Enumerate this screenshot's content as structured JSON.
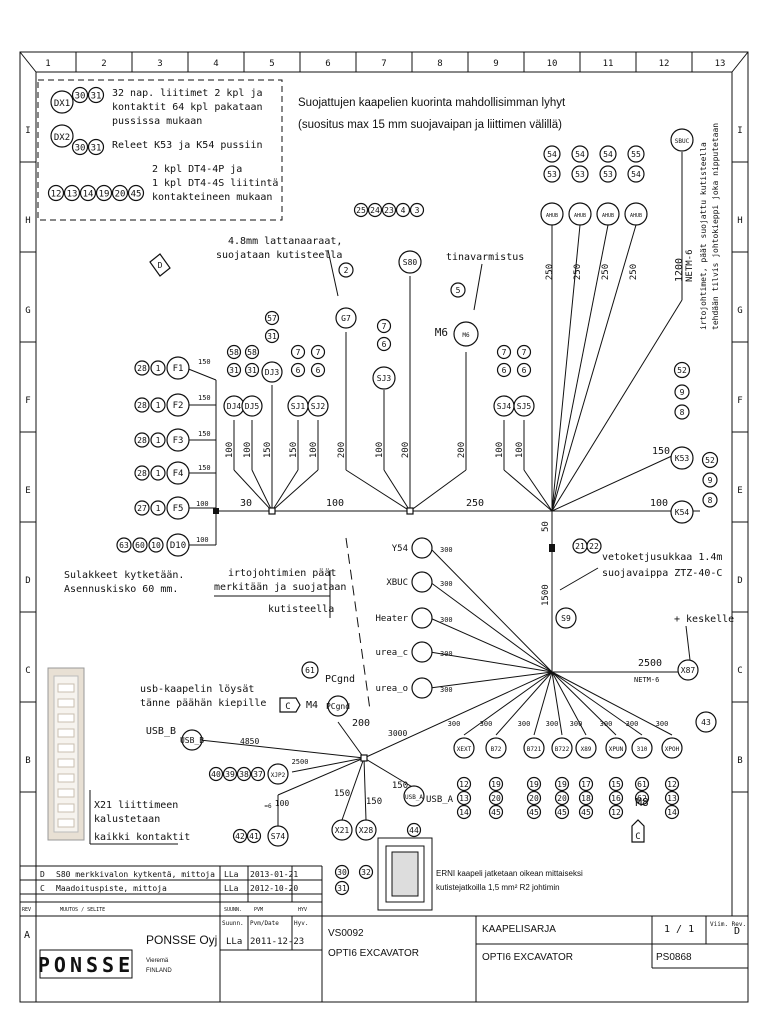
{
  "frame": {
    "cols": [
      "1",
      "2",
      "3",
      "4",
      "5",
      "6",
      "7",
      "8",
      "9",
      "10",
      "11",
      "12",
      "13"
    ],
    "rows": [
      "I",
      "H",
      "G",
      "F",
      "E",
      "D",
      "C",
      "B"
    ],
    "row_A": "A"
  },
  "notes": {
    "box1_l1": "32 nap. liitimet 2 kpl ja",
    "box1_l2": "kontaktit 64 kpl  pakataan",
    "box1_l3": "pussissa mukaan",
    "box1_l4": "Releet K53 ja K54 pussiin",
    "box1_l5": "2 kpl DT4-4P ja",
    "box1_l6": "1 kpl DT4-4S liitintä",
    "box1_l7": "kontakteineen mukaan",
    "title_l1": "Suojattujen kaapelien kuorinta mahdollisimman lyhyt",
    "title_l2": "(suositus max 15 mm suojavaipan ja liittimen välillä)",
    "flat_l1": "4.8mm lattanaaraat,",
    "flat_l2": "suojataan kutisteella",
    "tin": "tinavarmistus",
    "fuse_l1": "Sulakkeet kytketään.",
    "fuse_l2": "Asennuskisko 60 mm.",
    "loose_l1": "irtojohtimien päät",
    "loose_l2": "merkitään ja suojataan",
    "loose_l3": "kutisteella",
    "vert_l1": "irtojohtimet, päät suojattu kutisteella",
    "vert_l2": "tehdään tilvis johtokieppi joka nipputetaan",
    "pull_l1": "vetoketjusukkaa 1.4m",
    "pull_l2": "suojavaippa ZTZ-40-C",
    "plus_center": "+ keskelle",
    "usb_l1": "usb-kaapelin löysät",
    "usb_l2": "tänne päähän kiepille",
    "x21_l1": "X21 liittimeen",
    "x21_l2": "kalustetaan",
    "x21_l3": "kaikki kontaktit",
    "erni_l1": "ERNI kaapeli jatketaan oikean mittaiseksi",
    "erni_l2": "kutistejatkoilla 1,5 mm² R2 johtimin",
    "netm6": "NETM-6"
  },
  "dims": {
    "d30": "30",
    "d100a": "100",
    "d250": "250",
    "d100b": "100",
    "d150": "150",
    "d50": "50",
    "d1500": "1500",
    "d2500": "2500",
    "d4850": "4850",
    "d3000": "3000",
    "d200": "200",
    "d1200": "1200"
  },
  "nodes": {
    "DX1": "DX1",
    "DX2": "DX2",
    "F1": "F1",
    "F2": "F2",
    "F3": "F3",
    "F4": "F4",
    "F5": "F5",
    "D10": "D10",
    "DJ4": "DJ4",
    "DJ5": "DJ5",
    "DJ3": "DJ3",
    "SJ1": "SJ1",
    "SJ2": "SJ2",
    "G7": "G7",
    "S80": "S80",
    "SJ3": "SJ3",
    "M6": "M6",
    "SJ4": "SJ4",
    "SJ5": "SJ5",
    "K53": "K53",
    "K54": "K54",
    "S9": "S9",
    "X87": "X87",
    "Y54": "Y54",
    "XBUC": "XBUC",
    "Heater": "Heater",
    "urea_c": "urea_c",
    "urea_o": "urea_o",
    "PCgnd": "PCgnd",
    "M4": "M4",
    "USB_B": "USB_B",
    "XJP2": "XJP2",
    "S74": "S74",
    "X21": "X21",
    "X28": "X28",
    "USB_A": "USB_A",
    "XEXT": "XEXT",
    "B72": "B72",
    "B721": "B721",
    "B722": "B722",
    "X89": "X89",
    "XPUN": "XPUN",
    "310": "310",
    "XPOH": "XPOH",
    "M8": "M8",
    "AHUB": "AHUB",
    "SBUC": "SBUC"
  },
  "revisions": [
    {
      "rev": "D",
      "text": "S80 merkkivalon kytkentä, mittoja",
      "by": "LLa",
      "date": "2013-01-21"
    },
    {
      "rev": "C",
      "text": "Maadoituspiste, mittoja",
      "by": "LLa",
      "date": "2012-10-20"
    }
  ],
  "rev_header": {
    "rev": "REV",
    "text": "MUUTOS / SELITE",
    "by": "SUUNN.",
    "date": "PVM",
    "app": "HYV"
  },
  "title_block": {
    "company": "PONSSE Oyj",
    "logo": "PONSSE",
    "city": "Vieremä",
    "country": "FINLAND",
    "designer_lbl": "Suunn.",
    "designer": "LLa",
    "date_lbl": "Pvm/Date",
    "date": "2011-12-23",
    "app_lbl": "Hyv.",
    "doc_no": "VS0092",
    "product": "OPTI6 EXCAVATOR",
    "kind": "KAAPELISARJA",
    "product2": "OPTI6 EXCAVATOR",
    "sheet": "1 / 1",
    "rev_lbl": "Viim. Rev.",
    "rev": "D",
    "part_no": "PS0868"
  },
  "letters": {
    "rowC_left": "C",
    "rowC_right": "C",
    "D_tag": "D"
  }
}
